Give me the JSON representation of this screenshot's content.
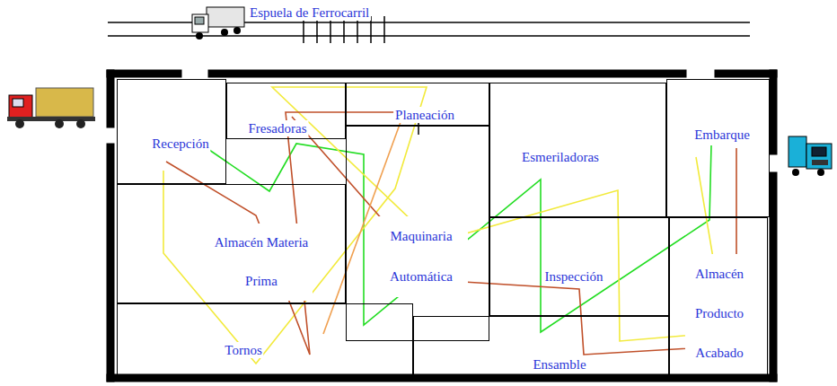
{
  "diagram": {
    "nodes": [
      {
        "text": [
          "Recepción"
        ]
      },
      {
        "text": [
          "Fresadoras"
        ]
      },
      {
        "text": [
          "Planeación"
        ]
      },
      {
        "text": [
          "Maquinaria Automática"
        ]
      },
      {
        "text": [
          "Esmeriladoras"
        ]
      },
      {
        "text": [
          "Embarque"
        ]
      },
      {
        "text": [
          "Almacén Materia Prima"
        ]
      },
      {
        "text": [
          "Inspección"
        ]
      },
      {
        "text": [
          "Almacén Producto Acabado"
        ]
      },
      {
        "text": [
          "Tornos"
        ]
      },
      {
        "text": [
          "Ensamble"
        ]
      }
    ],
    "labels": [
      "Espuela de Ferrocarril"
    ]
  }
}
